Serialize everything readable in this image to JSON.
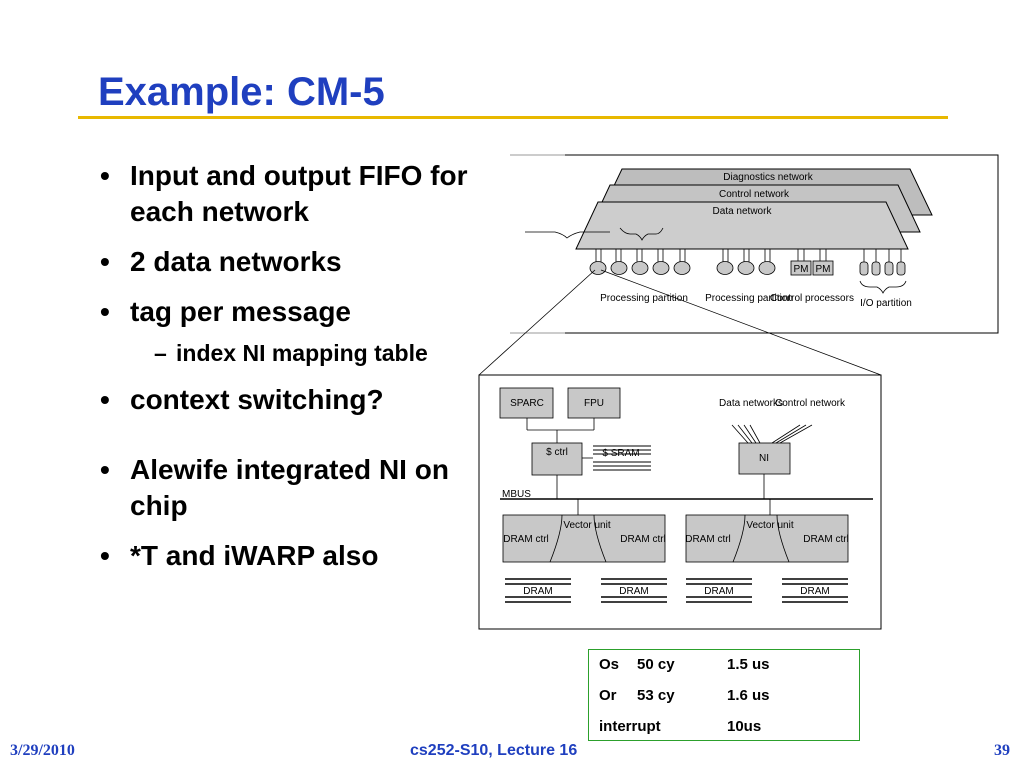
{
  "slide": {
    "title": "Example: CM-5",
    "bullets": [
      "Input and output FIFO for each network",
      "2 data networks",
      "tag per message",
      "index NI mapping table",
      "context switching?",
      "Alewife integrated NI on chip",
      "*T and iWARP also"
    ]
  },
  "top_diagram": {
    "networks": [
      "Diagnostics network",
      "Control network",
      "Data network"
    ],
    "pm_label": "PM",
    "labels": [
      "Processing partition",
      "Processing partition",
      "Control processors",
      "I/O partition"
    ]
  },
  "node_diagram": {
    "sparc": "SPARC",
    "fpu": "FPU",
    "cache_ctrl": "$ ctrl",
    "sram": "$ SRAM",
    "data_networks": "Data networks",
    "control_network": "Control network",
    "ni": "NI",
    "mbus": "MBUS",
    "vector_unit": "Vector unit",
    "dram_ctrl": "DRAM ctrl",
    "dram": "DRAM"
  },
  "timing_table": [
    {
      "name": "Os",
      "cycles": "50 cy",
      "time": "1.5 us"
    },
    {
      "name": "Or",
      "cycles": "53 cy",
      "time": "1.6 us"
    },
    {
      "name": "interrupt",
      "cycles": "",
      "time": "10us"
    }
  ],
  "footer": {
    "date": "3/29/2010",
    "course": "cs252-S10, Lecture 16",
    "page": "39"
  },
  "colors": {
    "title": "#1f3fbf",
    "rule": "#e8b800",
    "table_border": "#2ca02c"
  }
}
